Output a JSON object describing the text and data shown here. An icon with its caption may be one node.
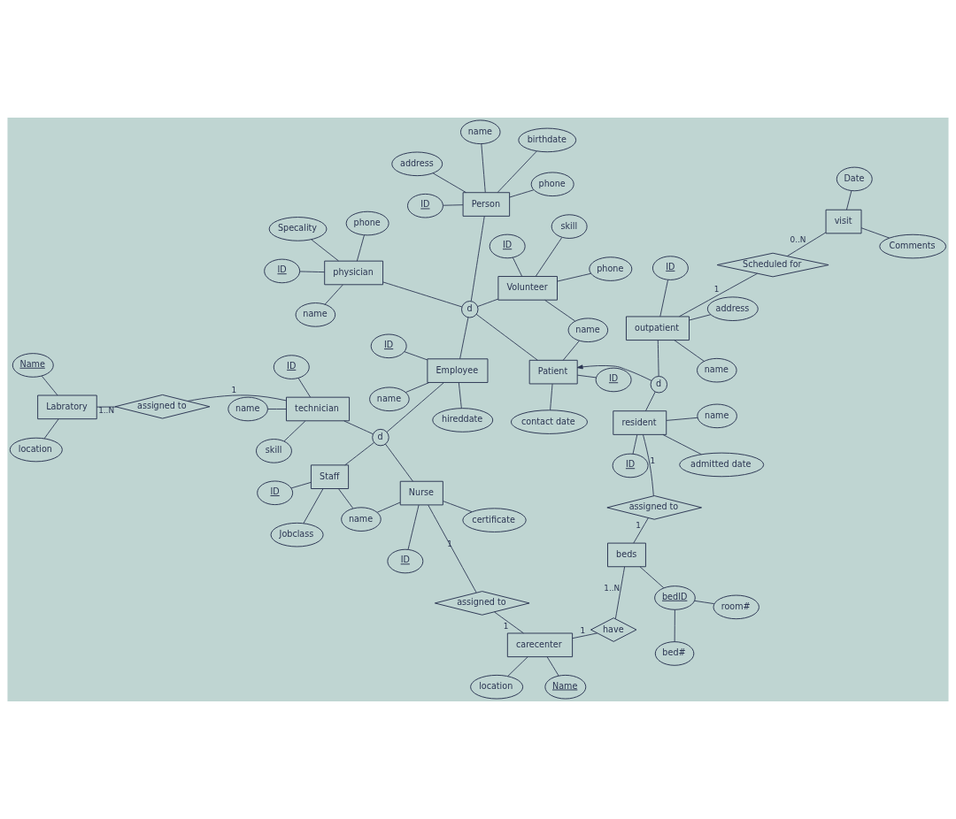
{
  "diagram": {
    "nodes": [
      {
        "text": [
          "Person"
        ]
      },
      {
        "text": [
          "ID"
        ]
      },
      {
        "text": [
          "name"
        ]
      },
      {
        "text": [
          "phone"
        ]
      },
      {
        "text": [
          "address"
        ]
      },
      {
        "text": [
          "birthdate"
        ]
      },
      {
        "text": [
          "d"
        ]
      },
      {
        "text": [
          "Employee"
        ]
      },
      {
        "text": [
          "ID"
        ]
      },
      {
        "text": [
          "hireddate"
        ]
      },
      {
        "text": [
          "name"
        ]
      },
      {
        "text": [
          "physician"
        ]
      },
      {
        "text": [
          "ID"
        ]
      },
      {
        "text": [
          "name"
        ]
      },
      {
        "text": [
          "phone"
        ]
      },
      {
        "text": [
          "Specality"
        ]
      },
      {
        "text": [
          "Volunteer"
        ]
      },
      {
        "text": [
          "phone"
        ]
      },
      {
        "text": [
          "skill"
        ]
      },
      {
        "text": [
          "name"
        ]
      },
      {
        "text": [
          "ID"
        ]
      },
      {
        "text": [
          "Patient"
        ]
      },
      {
        "text": [
          "ID"
        ]
      },
      {
        "text": [
          "contact date"
        ]
      },
      {
        "text": [
          "d"
        ]
      },
      {
        "text": [
          "Nurse"
        ]
      },
      {
        "text": [
          "certificate"
        ]
      },
      {
        "text": [
          "name"
        ]
      },
      {
        "text": [
          "ID"
        ]
      },
      {
        "text": [
          "Staff"
        ]
      },
      {
        "text": [
          "Jobclass"
        ]
      },
      {
        "text": [
          "ID"
        ]
      },
      {
        "text": [
          "technician"
        ]
      },
      {
        "text": [
          "ID"
        ]
      },
      {
        "text": [
          "skill"
        ]
      },
      {
        "text": [
          "name"
        ]
      },
      {
        "text": [
          "assigned to"
        ]
      },
      {
        "text": [
          "Labratory"
        ]
      },
      {
        "text": [
          "Name"
        ]
      },
      {
        "text": [
          "location"
        ]
      },
      {
        "text": [
          "assigned to"
        ]
      },
      {
        "text": [
          "carecenter"
        ]
      },
      {
        "text": [
          "Name"
        ]
      },
      {
        "text": [
          "location"
        ]
      },
      {
        "text": [
          "have"
        ]
      },
      {
        "text": [
          "beds"
        ]
      },
      {
        "text": [
          "bedID"
        ]
      },
      {
        "text": [
          "bed#"
        ]
      },
      {
        "text": [
          "room#"
        ]
      },
      {
        "text": [
          "d"
        ]
      },
      {
        "text": [
          "resident"
        ]
      },
      {
        "text": [
          "ID"
        ]
      },
      {
        "text": [
          "admitted date"
        ]
      },
      {
        "text": [
          "name"
        ]
      },
      {
        "text": [
          "outpatient"
        ]
      },
      {
        "text": [
          "name"
        ]
      },
      {
        "text": [
          "ID"
        ]
      },
      {
        "text": [
          "address"
        ]
      },
      {
        "text": [
          "Scheduled for"
        ]
      },
      {
        "text": [
          "visit"
        ]
      },
      {
        "text": [
          "Date"
        ]
      },
      {
        "text": [
          "Comments"
        ]
      },
      {
        "text": [
          "assigned to"
        ]
      }
    ],
    "edges": [
      {
        "from": 1,
        "to": 0,
        "arrow": "none"
      },
      {
        "from": 2,
        "to": 0,
        "arrow": "none"
      },
      {
        "from": 3,
        "to": 0,
        "arrow": "none"
      },
      {
        "from": 4,
        "to": 0,
        "arrow": "none"
      },
      {
        "from": 5,
        "to": 0,
        "arrow": "none"
      },
      {
        "from": 0,
        "to": 6,
        "arrow": "none"
      },
      {
        "from": 6,
        "to": 7,
        "arrow": "none"
      },
      {
        "from": 6,
        "to": 11,
        "arrow": "none"
      },
      {
        "from": 6,
        "to": 21,
        "arrow": "none"
      },
      {
        "from": 6,
        "to": 16,
        "arrow": "none"
      },
      {
        "from": 8,
        "to": 7,
        "arrow": "none"
      },
      {
        "from": 9,
        "to": 7,
        "arrow": "none"
      },
      {
        "from": 10,
        "to": 7,
        "arrow": "none"
      },
      {
        "from": 7,
        "to": 24,
        "arrow": "none"
      },
      {
        "from": 12,
        "to": 11,
        "arrow": "none"
      },
      {
        "from": 13,
        "to": 11,
        "arrow": "none"
      },
      {
        "from": 14,
        "to": 11,
        "arrow": "none"
      },
      {
        "from": 15,
        "to": 11,
        "arrow": "none"
      },
      {
        "from": 17,
        "to": 16,
        "arrow": "none"
      },
      {
        "from": 18,
        "to": 16,
        "arrow": "none"
      },
      {
        "from": 19,
        "to": 16,
        "arrow": "none"
      },
      {
        "from": 20,
        "to": 16,
        "arrow": "none"
      },
      {
        "from": 19,
        "to": 21,
        "arrow": "none"
      },
      {
        "from": 22,
        "to": 21,
        "arrow": "none"
      },
      {
        "from": 23,
        "to": 21,
        "arrow": "none"
      },
      {
        "from": 49,
        "to": 21,
        "arrow": "to"
      },
      {
        "from": 24,
        "to": 25,
        "arrow": "none"
      },
      {
        "from": 24,
        "to": 29,
        "arrow": "none"
      },
      {
        "from": 24,
        "to": 32,
        "arrow": "none"
      },
      {
        "from": 26,
        "to": 25,
        "arrow": "none"
      },
      {
        "from": 27,
        "to": 25,
        "arrow": "none"
      },
      {
        "from": 28,
        "to": 25,
        "arrow": "none"
      },
      {
        "from": 27,
        "to": 29,
        "arrow": "none"
      },
      {
        "from": 30,
        "to": 29,
        "arrow": "none"
      },
      {
        "from": 31,
        "to": 29,
        "arrow": "none"
      },
      {
        "from": 33,
        "to": 32,
        "arrow": "none"
      },
      {
        "from": 34,
        "to": 32,
        "arrow": "none"
      },
      {
        "from": 35,
        "to": 32,
        "arrow": "none"
      },
      {
        "from": 32,
        "to": 36,
        "label": "1",
        "arrow": "none"
      },
      {
        "from": 36,
        "to": 37,
        "label": "1..N",
        "arrow": "none"
      },
      {
        "from": 38,
        "to": 37,
        "arrow": "none"
      },
      {
        "from": 39,
        "to": 37,
        "arrow": "none"
      },
      {
        "from": 25,
        "to": 40,
        "label": "1",
        "arrow": "none"
      },
      {
        "from": 40,
        "to": 41,
        "label": "1",
        "arrow": "none"
      },
      {
        "from": 42,
        "to": 41,
        "arrow": "none"
      },
      {
        "from": 43,
        "to": 41,
        "arrow": "none"
      },
      {
        "from": 41,
        "to": 44,
        "label": "1",
        "arrow": "none"
      },
      {
        "from": 44,
        "to": 45,
        "label": "1..N",
        "arrow": "none"
      },
      {
        "from": 46,
        "to": 45,
        "arrow": "none"
      },
      {
        "from": 46,
        "to": 47,
        "arrow": "none"
      },
      {
        "from": 46,
        "to": 48,
        "arrow": "none"
      },
      {
        "from": 49,
        "to": 50,
        "arrow": "none"
      },
      {
        "from": 49,
        "to": 54,
        "arrow": "none"
      },
      {
        "from": 51,
        "to": 50,
        "arrow": "none"
      },
      {
        "from": 52,
        "to": 50,
        "arrow": "none"
      },
      {
        "from": 53,
        "to": 50,
        "arrow": "none"
      },
      {
        "from": 50,
        "to": 62,
        "label": "1",
        "arrow": "none"
      },
      {
        "from": 62,
        "to": 45,
        "label": "1",
        "arrow": "none"
      },
      {
        "from": 55,
        "to": 54,
        "arrow": "none"
      },
      {
        "from": 56,
        "to": 54,
        "arrow": "none"
      },
      {
        "from": 57,
        "to": 54,
        "arrow": "none"
      },
      {
        "from": 54,
        "to": 58,
        "label": "1",
        "arrow": "none"
      },
      {
        "from": 58,
        "to": 59,
        "label": "0..N",
        "arrow": "none"
      },
      {
        "from": 60,
        "to": 59,
        "arrow": "none"
      },
      {
        "from": 61,
        "to": 59,
        "arrow": "none"
      }
    ]
  }
}
